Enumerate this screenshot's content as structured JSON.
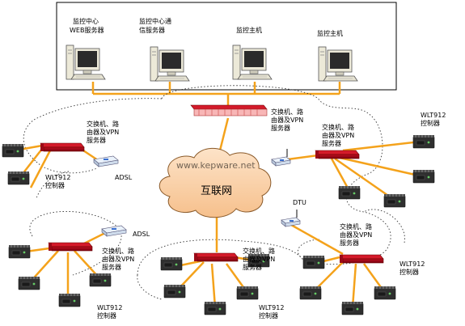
{
  "monitor_center": {
    "computers": [
      {
        "label_lines": [
          "监控中心",
          "WEB服务器"
        ]
      },
      {
        "label_lines": [
          "监控中心通",
          "信服务器"
        ]
      },
      {
        "label_lines": [
          "监控主机"
        ]
      },
      {
        "label_lines": [
          "监控主机"
        ]
      }
    ]
  },
  "internet": {
    "label": "互联网"
  },
  "switch_label_lines": [
    "交换机、路",
    "由器及VPN",
    "服务器"
  ],
  "controller_label_lines": [
    "WLT912",
    "控制器"
  ],
  "adsl_label": "ADSL",
  "dtu_label": "DTU",
  "watermark": "www.kepware.net"
}
